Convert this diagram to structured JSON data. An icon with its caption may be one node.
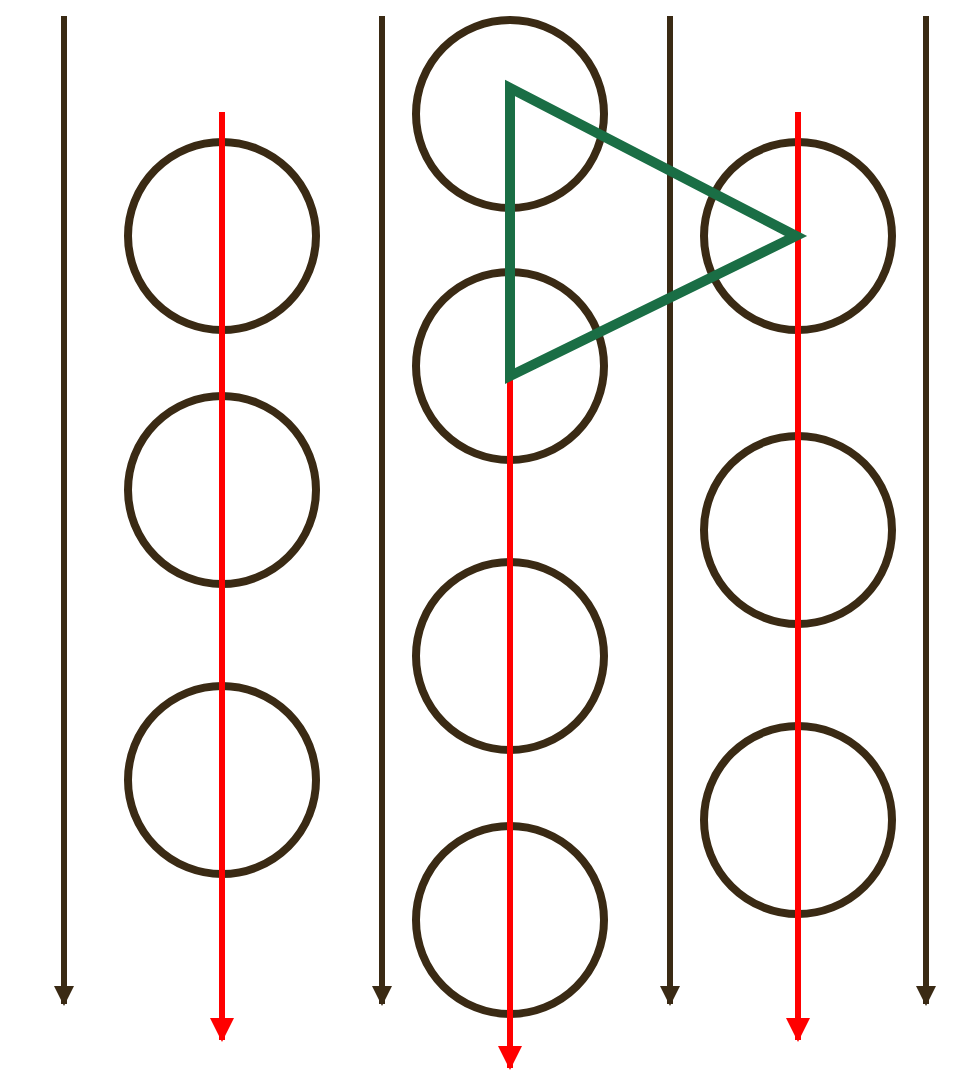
{
  "diagram": {
    "nodes": [
      {
        "text": [],
        "shape": "circle"
      },
      {
        "text": [],
        "shape": "circle"
      },
      {
        "text": [],
        "shape": "circle"
      },
      {
        "text": [],
        "shape": "circle"
      },
      {
        "text": [],
        "shape": "circle"
      },
      {
        "text": [],
        "shape": "circle"
      },
      {
        "text": [],
        "shape": "circle"
      },
      {
        "text": [],
        "shape": "circle"
      },
      {
        "text": [],
        "shape": "circle"
      },
      {
        "text": [],
        "shape": "circle"
      },
      {
        "text": [],
        "shape": "triangle"
      }
    ]
  }
}
